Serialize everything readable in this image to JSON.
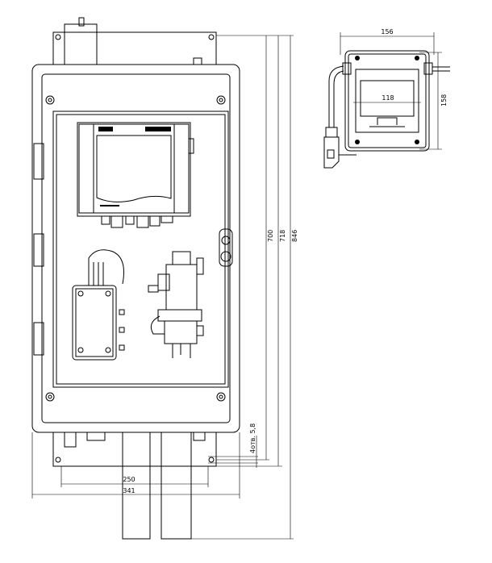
{
  "drawing": {
    "title": "Analyzer cabinet dimensional drawing",
    "dimensions": {
      "height_700": "700",
      "height_718": "718",
      "height_846": "846",
      "holes": "4отв. 5,8",
      "width_250": "250",
      "width_341": "341",
      "small_width": "156",
      "small_height": "158",
      "small_inner": "118"
    },
    "colors": {
      "line": "#000000",
      "background": "#ffffff"
    }
  }
}
